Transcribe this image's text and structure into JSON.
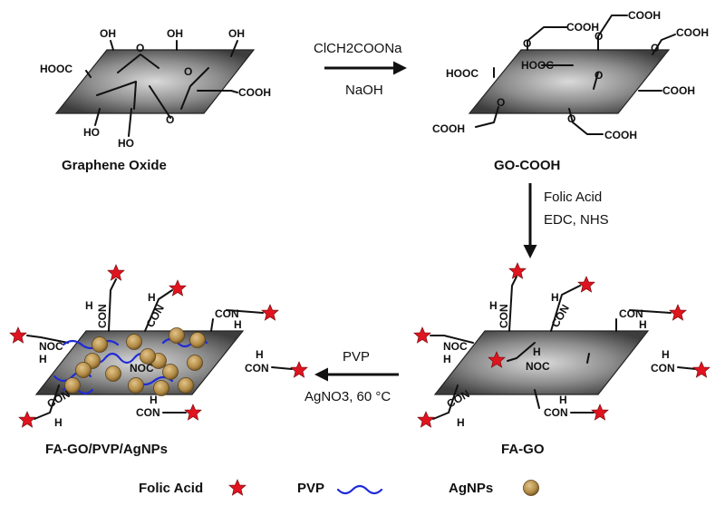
{
  "labels": {
    "go": "Graphene Oxide",
    "go_cooh": "GO-COOH",
    "fa_go": "FA-GO",
    "fa_go_pvp": "FA-GO/PVP/AgNPs"
  },
  "reactions": {
    "step1_top": "ClCH2COONa",
    "step1_bottom": "NaOH",
    "step2_top": "Folic Acid",
    "step2_bottom": "EDC, NHS",
    "step3_top": "PVP",
    "step3_bottom": "AgNO3, 60 °C"
  },
  "groups": {
    "oh": "OH",
    "ho": "HO",
    "o": "O",
    "cooh": "COOH",
    "hooc": "HOOC",
    "con": "CON",
    "noc": "NOC",
    "h": "H"
  },
  "legend": {
    "folic_acid": "Folic Acid",
    "pvp": "PVP",
    "agnps": "AgNPs"
  },
  "colors": {
    "star": "#e0141e",
    "pvp_line": "#1f2ad8",
    "agnp": "#b8914a",
    "sheet_dark": "#3f3f3f",
    "sheet_light": "#d9d9d9"
  }
}
